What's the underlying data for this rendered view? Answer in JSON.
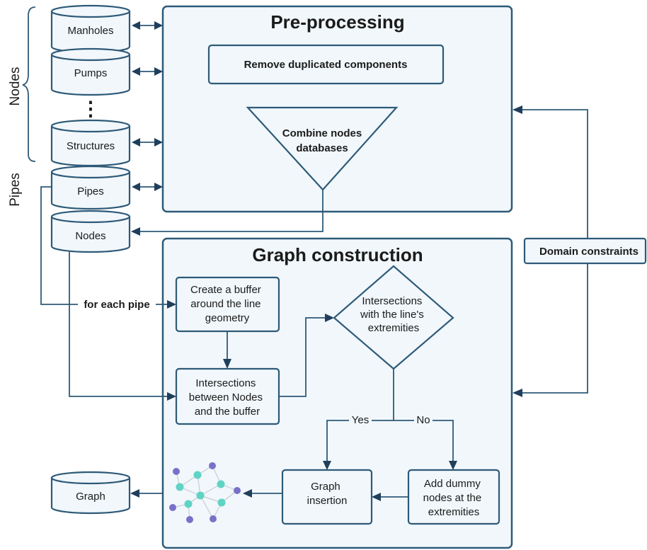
{
  "side_labels": {
    "nodes": "Nodes",
    "pipes": "Pipes"
  },
  "databases": {
    "manholes": "Manholes",
    "pumps": "Pumps",
    "ellipsis": "⋮",
    "structures": "Structures",
    "pipes": "Pipes",
    "nodes": "Nodes",
    "graph": "Graph"
  },
  "preprocessing": {
    "title": "Pre-processing",
    "remove_duplicates": "Remove duplicated components",
    "combine_line1": "Combine nodes",
    "combine_line2": "databases"
  },
  "graph_construction": {
    "title": "Graph construction",
    "buffer": [
      "Create a buffer",
      "around the line",
      "geometry"
    ],
    "intersections": [
      "Intersections",
      "between Nodes",
      "and the buffer"
    ],
    "decision": [
      "Intersections",
      "with the line's",
      "extremities"
    ],
    "yes": "Yes",
    "no": "No",
    "insertion": [
      "Graph",
      "insertion"
    ],
    "dummy": [
      "Add dummy",
      "nodes at the",
      "extremities"
    ]
  },
  "for_each_pipe": "for each pipe",
  "domain_constraints": "Domain constraints",
  "colors": {
    "panel_fill": "#f1f7fb",
    "stroke": "#2e5a78",
    "arrow": "#1f3f5c",
    "graph_node_teal": "#5fd3c4",
    "graph_node_purple": "#7b70c9"
  }
}
